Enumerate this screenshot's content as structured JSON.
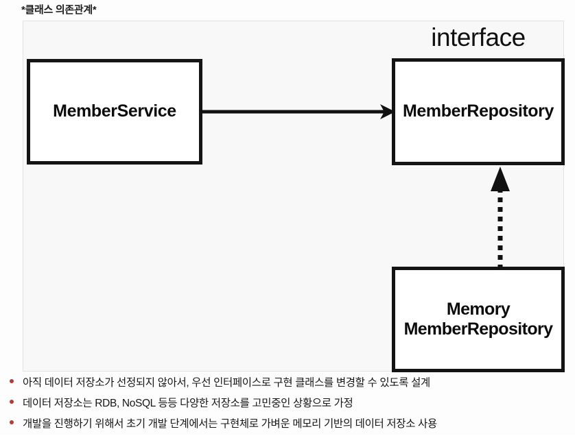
{
  "slide": {
    "title": "*클래스 의존관계*"
  },
  "diagram": {
    "type": "uml-class-diagram",
    "stereotype_label": "interface",
    "boxes": [
      {
        "id": "member-service",
        "label": "MemberService"
      },
      {
        "id": "member-repository",
        "label": "MemberRepository"
      },
      {
        "id": "memory-member-repository",
        "label": "Memory\nMemberRepository"
      }
    ],
    "connectors": [
      {
        "id": "dependency",
        "from": "member-service",
        "to": "member-repository",
        "style": "solid",
        "arrowhead": "filled-open"
      },
      {
        "id": "realization",
        "from": "memory-member-repository",
        "to": "member-repository",
        "style": "dotted",
        "arrowhead": "solid-triangle"
      }
    ]
  },
  "bullets": [
    {
      "text": "아직 데이터 저장소가 선정되지 않아서, 우선 인터페이스로 구현 클래스를 변경할 수 있도록 설계"
    },
    {
      "text": "데이터 저장소는 RDB, NoSQL 등등 다양한 저장소를 고민중인 상황으로 가정"
    },
    {
      "text": "개발을 진행하기 위해서 초기 개발 단계에서는 구현체로 가벼운 메모리 기반의 데이터 저장소 사용"
    }
  ],
  "colors": {
    "bullet_marker": "#b23b3b",
    "box_border": "#141414",
    "panel_background": "#f8f8f8",
    "text": "#161616"
  }
}
